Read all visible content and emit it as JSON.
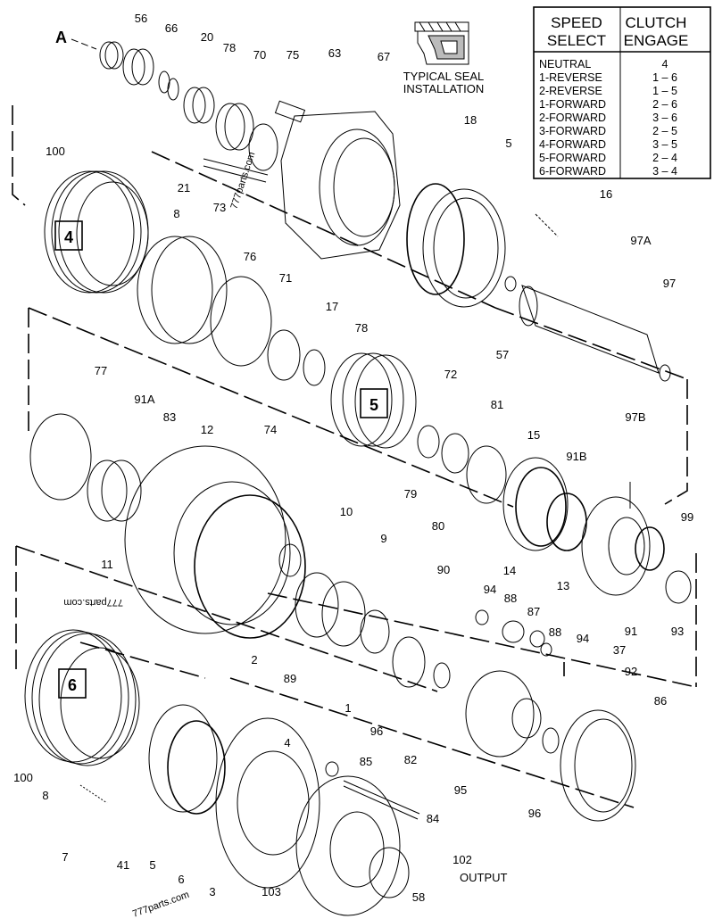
{
  "table": {
    "header_left": [
      "SPEED",
      "SELECT"
    ],
    "header_right": [
      "CLUTCH",
      "ENGAGE"
    ],
    "rows": [
      {
        "speed": "NEUTRAL",
        "clutch": "4"
      },
      {
        "speed": "1-REVERSE",
        "clutch": "1 – 6"
      },
      {
        "speed": "2-REVERSE",
        "clutch": "1 – 5"
      },
      {
        "speed": "1-FORWARD",
        "clutch": "2 – 6"
      },
      {
        "speed": "2-FORWARD",
        "clutch": "3 – 6"
      },
      {
        "speed": "3-FORWARD",
        "clutch": "2 – 5"
      },
      {
        "speed": "4-FORWARD",
        "clutch": "3 – 5"
      },
      {
        "speed": "5-FORWARD",
        "clutch": "2 – 4"
      },
      {
        "speed": "6-FORWARD",
        "clutch": "3 – 4"
      }
    ]
  },
  "seal_caption": [
    "TYPICAL SEAL",
    "INSTALLATION"
  ],
  "view_label": "A",
  "clutch_boxes": [
    "4",
    "5",
    "6"
  ],
  "output_label": "OUTPUT",
  "watermarks": [
    "777parts.com",
    "777parts.com",
    "777parts.com"
  ],
  "callouts": [
    "56",
    "66",
    "20",
    "78",
    "70",
    "75",
    "63",
    "67",
    "100",
    "8",
    "21",
    "73",
    "18",
    "5",
    "16",
    "97A",
    "97",
    "76",
    "71",
    "17",
    "78",
    "72",
    "74",
    "57",
    "97B",
    "77",
    "91A",
    "83",
    "12",
    "81",
    "79",
    "80",
    "15",
    "91B",
    "10",
    "9",
    "11",
    "99",
    "14",
    "13",
    "93",
    "91",
    "2",
    "89",
    "90",
    "94",
    "88",
    "87",
    "88",
    "94",
    "37",
    "92",
    "1",
    "96",
    "82",
    "95",
    "96",
    "86",
    "100",
    "8",
    "7",
    "41",
    "5",
    "6",
    "3",
    "4",
    "85",
    "84",
    "102",
    "103",
    "58"
  ]
}
